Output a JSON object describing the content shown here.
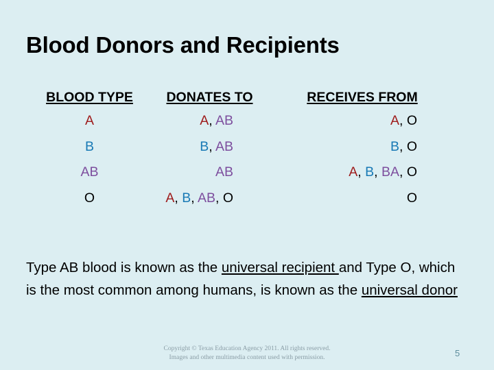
{
  "slide": {
    "title": "Blood Donors and Recipients",
    "background_color": "#dceef2"
  },
  "colors": {
    "type_a": "#9e1b1b",
    "type_b": "#1879b5",
    "type_ab": "#7d4e9e",
    "type_o": "#000000",
    "title": "#000000",
    "copyright": "#8a9da6",
    "page_number": "#5f8e9e"
  },
  "table": {
    "headers": {
      "blood_type": "BLOOD TYPE",
      "donates_to": "DONATES TO",
      "receives_from": "RECEIVES FROM"
    },
    "rows": [
      {
        "blood_type": "A",
        "blood_type_parts": [
          {
            "text": "A",
            "type": "a"
          }
        ],
        "donates_to": "A, AB",
        "donates_to_parts": [
          {
            "text": "A",
            "type": "a"
          },
          {
            "text": ", ",
            "type": "sep"
          },
          {
            "text": "AB",
            "type": "ab"
          }
        ],
        "receives_from": "A, O",
        "receives_from_parts": [
          {
            "text": "A",
            "type": "a"
          },
          {
            "text": ", ",
            "type": "sep"
          },
          {
            "text": "O",
            "type": "o"
          }
        ]
      },
      {
        "blood_type": "B",
        "blood_type_parts": [
          {
            "text": "B",
            "type": "b"
          }
        ],
        "donates_to": "B, AB",
        "donates_to_parts": [
          {
            "text": "B",
            "type": "b"
          },
          {
            "text": ", ",
            "type": "sep"
          },
          {
            "text": "AB",
            "type": "ab"
          }
        ],
        "receives_from": "B, O",
        "receives_from_parts": [
          {
            "text": "B",
            "type": "b"
          },
          {
            "text": ", ",
            "type": "sep"
          },
          {
            "text": "O",
            "type": "o"
          }
        ]
      },
      {
        "blood_type": "AB",
        "blood_type_parts": [
          {
            "text": "AB",
            "type": "ab"
          }
        ],
        "donates_to": "AB",
        "donates_to_parts": [
          {
            "text": "AB",
            "type": "ab"
          }
        ],
        "receives_from": "A, B, BA, O",
        "receives_from_parts": [
          {
            "text": "A",
            "type": "a"
          },
          {
            "text": ", ",
            "type": "sep"
          },
          {
            "text": "B",
            "type": "b"
          },
          {
            "text": ", ",
            "type": "sep"
          },
          {
            "text": "BA",
            "type": "ab"
          },
          {
            "text": ", ",
            "type": "sep"
          },
          {
            "text": "O",
            "type": "o"
          }
        ]
      },
      {
        "blood_type": "O",
        "blood_type_parts": [
          {
            "text": "O",
            "type": "o"
          }
        ],
        "donates_to": "A, B, AB, O",
        "donates_to_parts": [
          {
            "text": "A",
            "type": "a"
          },
          {
            "text": ", ",
            "type": "sep"
          },
          {
            "text": "B",
            "type": "b"
          },
          {
            "text": ", ",
            "type": "sep"
          },
          {
            "text": "AB",
            "type": "ab"
          },
          {
            "text": ", ",
            "type": "sep"
          },
          {
            "text": "O",
            "type": "o"
          }
        ],
        "receives_from": "O",
        "receives_from_parts": [
          {
            "text": "O",
            "type": "o"
          }
        ]
      }
    ]
  },
  "body": {
    "segment_1": "Type AB blood is known as the ",
    "underline_1": "universal recipient ",
    "segment_2": " and Type O, which is the most common among humans, is known as the ",
    "underline_2": "universal donor"
  },
  "footer": {
    "copyright_line_1": "Copyright © Texas Education Agency 2011. All rights reserved.",
    "copyright_line_2": "Images and other multimedia content used with permission.",
    "page_number": "5"
  }
}
